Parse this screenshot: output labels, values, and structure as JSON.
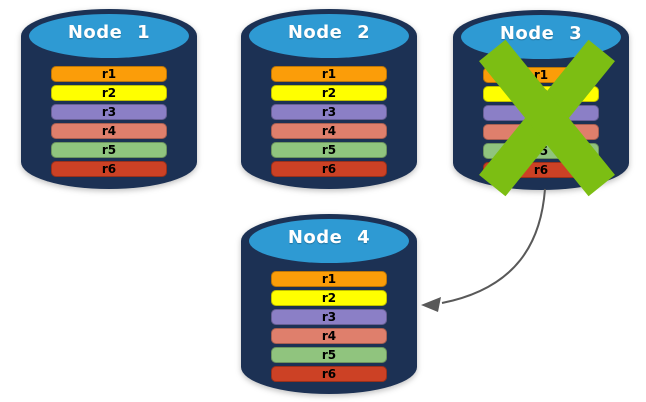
{
  "colors": {
    "background": "#FFFFFF",
    "cylinder_body": "#1C3154",
    "cylinder_top": "#2E9AD3",
    "node_title_text": "#FFFFFF",
    "row_label_text": "#000000",
    "x_mark": "#7CBE13",
    "arrow": "#595959"
  },
  "rows": [
    {
      "label": "r1",
      "color": "#FB9D09"
    },
    {
      "label": "r2",
      "color": "#FFFF00"
    },
    {
      "label": "r3",
      "color": "#8B7FC6"
    },
    {
      "label": "r4",
      "color": "#DF7F6C"
    },
    {
      "label": "r5",
      "color": "#90C47E"
    },
    {
      "label": "r6",
      "color": "#CC4125"
    }
  ],
  "nodes": [
    {
      "title": "Node 1",
      "failed": false
    },
    {
      "title": "Node 2",
      "failed": false
    },
    {
      "title": "Node 3",
      "failed": true
    },
    {
      "title": "Node 4",
      "failed": false
    }
  ],
  "arrow": {
    "from": "Node 3",
    "to": "Node 4"
  }
}
